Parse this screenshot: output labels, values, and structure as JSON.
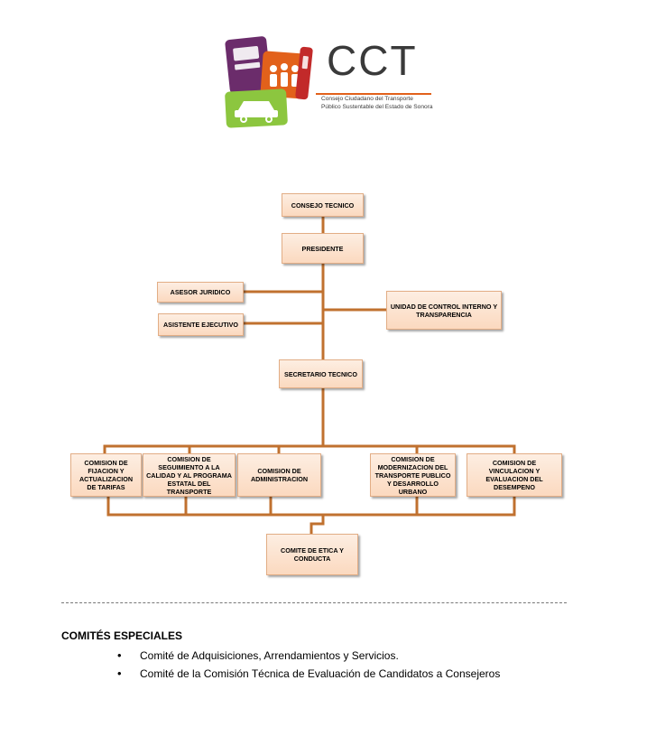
{
  "logo": {
    "acronym": "CCT",
    "line1": "Consejo Ciudadano del Transporte",
    "line2": "Público Sustentable del Estado de Sonora",
    "colors": {
      "purple": "#6b2c6b",
      "orange": "#e2611b",
      "green": "#8cc63f",
      "red": "#c22a2a"
    }
  },
  "org_chart": {
    "line_color": "#c0712f",
    "box_fill": "#fbd9bf",
    "consejo": "CONSEJO TECNICO",
    "presidente": "PRESIDENTE",
    "asesor": "ASESOR JURIDICO",
    "asistente": "ASISTENTE EJECUTIVO",
    "unidad": "UNIDAD DE CONTROL INTERNO Y TRANSPARENCIA",
    "secretario": "SECRETARIO TECNICO",
    "comisiones": [
      "COMISION DE FIJACION Y ACTUALIZACION DE TARIFAS",
      "COMISION DE SEGUIMIENTO A LA CALIDAD Y AL PROGRAMA ESTATAL DEL TRANSPORTE",
      "COMISION DE ADMINISTRACION",
      "COMISION DE MODERNIZACION DEL TRANSPORTE PUBLICO Y DESARROLLO URBANO",
      "COMISION DE VINCULACION Y EVALUACION DEL DESEMPENO"
    ],
    "etica": "COMITE DE ETICA Y CONDUCTA"
  },
  "special": {
    "title": "COMITÉS ESPECIALES",
    "items": [
      "Comité de Adquisiciones, Arrendamientos y Servicios.",
      "Comité de la Comisión Técnica de Evaluación de Candidatos a Consejeros"
    ]
  }
}
